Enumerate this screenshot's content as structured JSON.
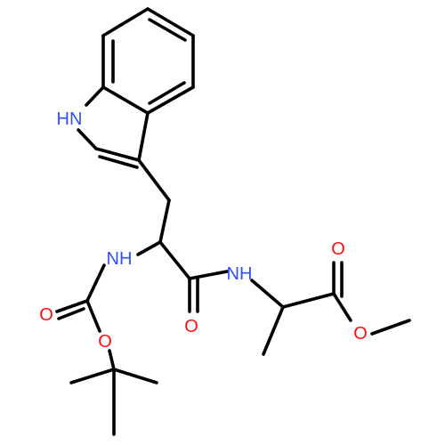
{
  "molecule": {
    "atoms": {
      "indole_nh": "HN",
      "amide_nh_left": "NH",
      "amide_nh_right": "NH",
      "carbamate_o_double": "O",
      "carbamate_o_ester": "O",
      "amide_o": "O",
      "ester_o_double": "O",
      "ester_o_single": "O"
    },
    "colors": {
      "nitrogen": "#3050F8",
      "oxygen": "#FF0D0D",
      "bond": "#000000",
      "background": "#FFFFFF"
    }
  }
}
